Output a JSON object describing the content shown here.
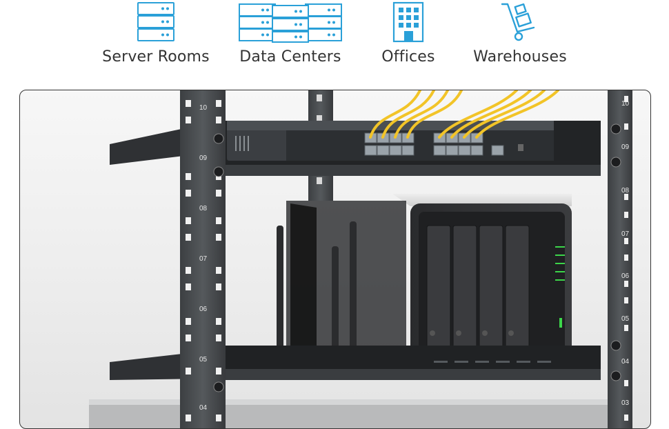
{
  "categories": [
    {
      "label": "Server Rooms",
      "icon": "server-stack-icon"
    },
    {
      "label": "Data Centers",
      "icon": "data-center-icon"
    },
    {
      "label": "Offices",
      "icon": "office-building-icon"
    },
    {
      "label": "Warehouses",
      "icon": "hand-truck-icon"
    }
  ],
  "rack": {
    "left_units": [
      "10",
      "09",
      "08",
      "07",
      "06",
      "05",
      "04"
    ],
    "right_units": [
      "10",
      "09",
      "08",
      "07",
      "06",
      "05",
      "04",
      "03"
    ]
  },
  "colors": {
    "icon": "#2aa0d8",
    "rack": "#4a4d50",
    "cable": "#f2c428",
    "led": "#3cd64a"
  }
}
